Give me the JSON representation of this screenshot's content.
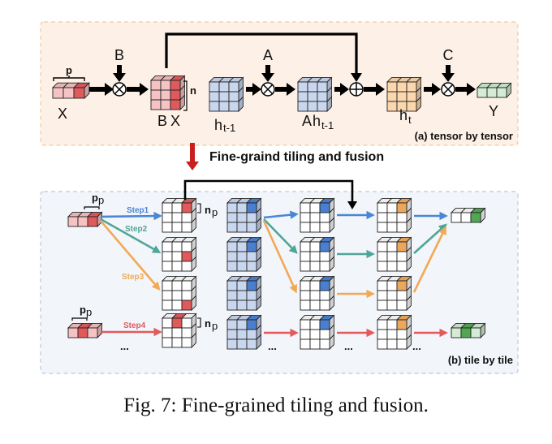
{
  "top": {
    "title": "(a) tensor by tensor",
    "labels": {
      "p": "p",
      "x": "X",
      "bbar": "B",
      "n": "n",
      "bx_bar": "B",
      "bx_rest": "X",
      "h": "h",
      "h_sub": "t-1",
      "abar": "A",
      "ah_bar": "A",
      "ah_h": "h",
      "ah_sub": "t-1",
      "ht": "h",
      "ht_sub": "t",
      "c": "C",
      "y": "Y"
    }
  },
  "middle": {
    "label": "Fine-graind tiling and fusion"
  },
  "bottom": {
    "title": "(b) tile by tile",
    "labels": {
      "pp": "p",
      "pp_sub": "p",
      "np": "n",
      "np_sub": "p",
      "ellipsis": "...",
      "steps": [
        "Step1",
        "Step2",
        "Step3",
        "Step4"
      ]
    }
  },
  "caption": "Fig. 7: Fine-grained tiling and fusion.",
  "colors": {
    "red_light": "#f6c3c4",
    "red_dark": "#e05a5c",
    "blue_light": "#c9d7ee",
    "blue_dark": "#4a7fd0",
    "orange_light": "#fbd7ae",
    "orange_dark": "#eda75c",
    "green_light": "#d3ecd3",
    "green_dark": "#52a852",
    "step1": "#4a86d6",
    "step2": "#4fa597",
    "step3": "#f2a956",
    "step4": "#e25a5c",
    "top_bg": "#fdf0e6",
    "bottom_bg": "#f2f5fa"
  }
}
